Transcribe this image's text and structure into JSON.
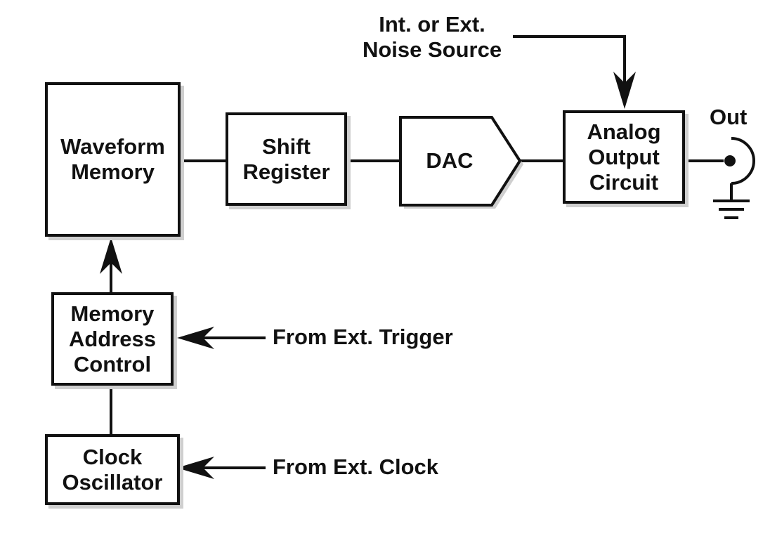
{
  "blocks": {
    "waveform_memory": "Waveform\nMemory",
    "shift_register": "Shift\nRegister",
    "dac": "DAC",
    "analog_output_circuit": "Analog\nOutput\nCircuit",
    "memory_address_control": "Memory\nAddress\nControl",
    "clock_oscillator": "Clock\nOscillator"
  },
  "labels": {
    "noise_source": "Int. or Ext.\nNoise Source",
    "out": "Out",
    "ext_trigger": "From Ext. Trigger",
    "ext_clock": "From Ext. Clock"
  },
  "colors": {
    "stroke": "#111111",
    "shadow": "#cfcfcf",
    "background": "#ffffff"
  }
}
